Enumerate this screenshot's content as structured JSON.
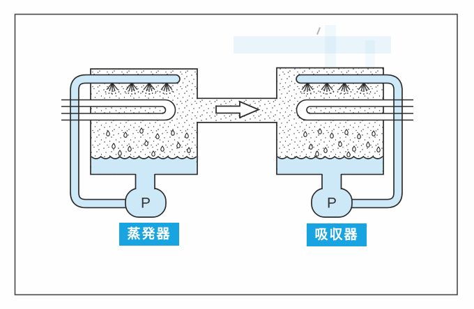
{
  "colors": {
    "accent_blue": "#18a3e1",
    "liquid_blue": "#cde9f8",
    "line": "#2b2b2b"
  },
  "evaporator": {
    "label": "蒸発器",
    "pump_label": "P"
  },
  "absorber": {
    "label": "吸収器",
    "pump_label": "P"
  },
  "flow_arrow": {
    "direction": "right"
  }
}
